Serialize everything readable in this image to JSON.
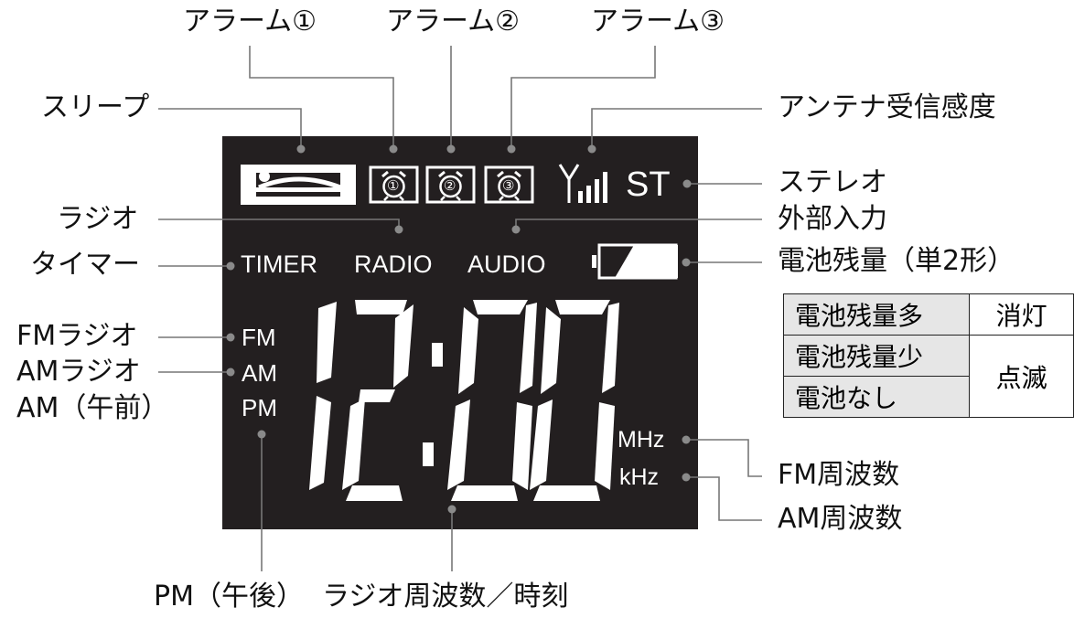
{
  "labels": {
    "alarm1": "アラーム①",
    "alarm2": "アラーム②",
    "alarm3": "アラーム③",
    "sleep": "スリープ",
    "antenna": "アンテナ受信感度",
    "stereo": "ステレオ",
    "radio": "ラジオ",
    "external_input": "外部入力",
    "timer": "タイマー",
    "battery": "電池残量（単2形）",
    "fm_radio": "FMラジオ",
    "am_radio": "AMラジオ",
    "am_morning": "AM（午前）",
    "pm_afternoon": "PM（午後）",
    "freq_time": "ラジオ周波数／時刻",
    "fm_freq": "FM周波数",
    "am_freq": "AM周波数"
  },
  "lcd": {
    "st": "ST",
    "timer": "TIMER",
    "radio": "RADIO",
    "audio": "AUDIO",
    "fm": "FM",
    "am": "AM",
    "pm": "PM",
    "mhz": "MHz",
    "khz": "kHz",
    "time": "12:00",
    "alarm_numbers": [
      "①",
      "②",
      "③"
    ]
  },
  "battery_table": {
    "rows": [
      {
        "level": "電池残量多",
        "state": "消灯"
      },
      {
        "level": "電池残量少",
        "state": "点滅"
      },
      {
        "level": "電池なし",
        "state": ""
      }
    ]
  },
  "colors": {
    "lcd_background": "#231f20",
    "lcd_segment": "#ffffff",
    "leader_line": "#777777",
    "table_key_bg": "#e6e6e6"
  }
}
